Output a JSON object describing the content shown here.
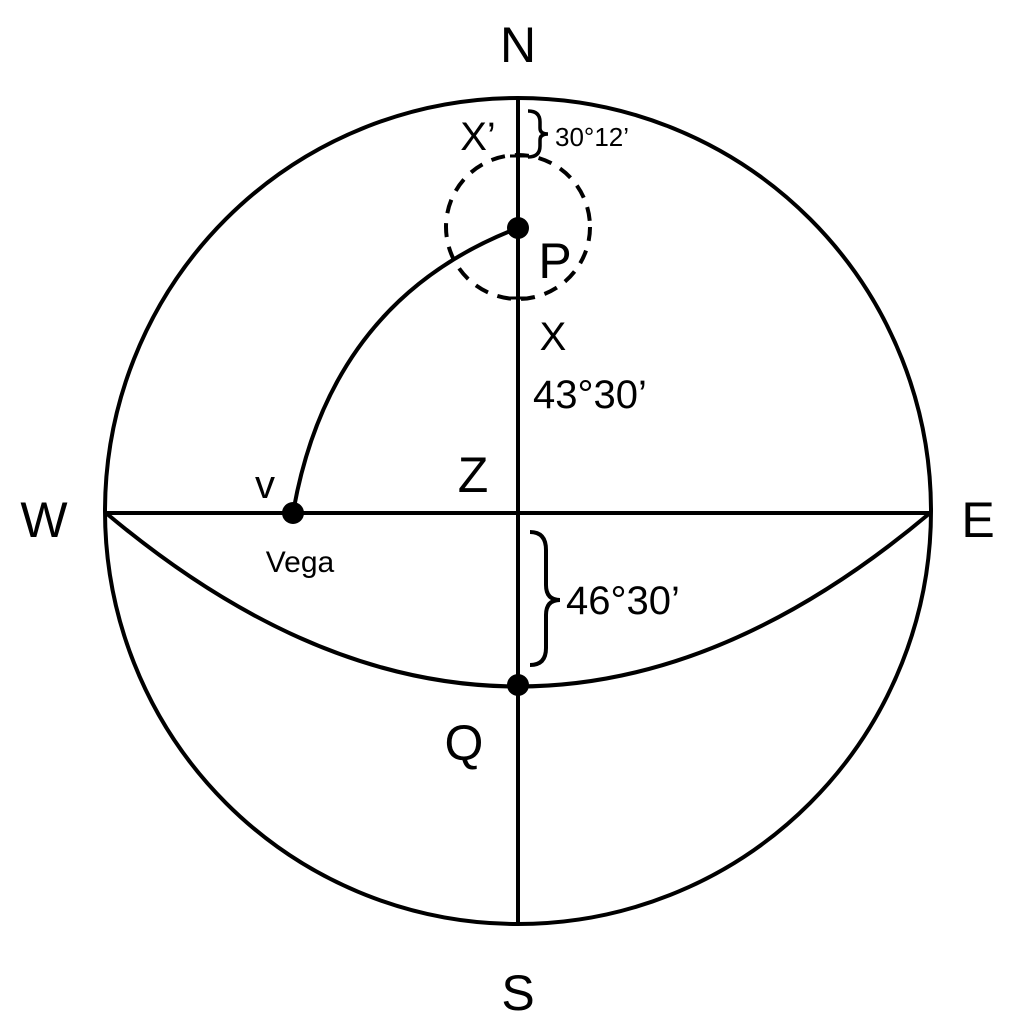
{
  "labels": {
    "north": "N",
    "south": "S",
    "west": "W",
    "east": "E",
    "zenith": "Z",
    "pole": "P",
    "x_prime": "X’",
    "x": "X",
    "q": "Q",
    "v": "v",
    "vega": "Vega"
  },
  "measurements": {
    "x_prime_to_north": "30°12’",
    "x_to_zenith": "43°30’",
    "zenith_to_q": "46°30’"
  },
  "colors": {
    "stroke": "#000000",
    "background": "#ffffff"
  }
}
